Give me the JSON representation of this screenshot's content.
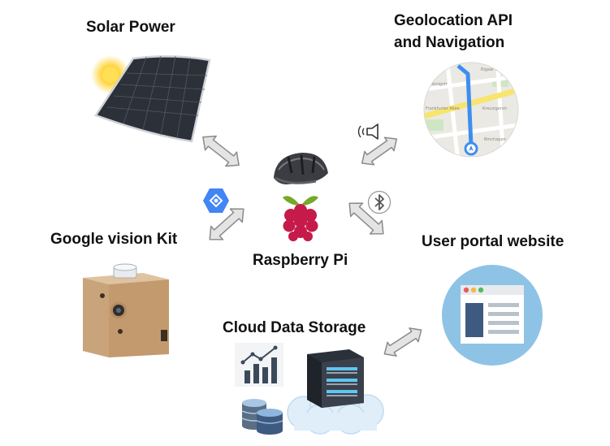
{
  "labels": {
    "solar": "Solar Power",
    "geo_line1": "Geolocation API",
    "geo_line2": "and Navigation",
    "vision": "Google vision Kit",
    "raspberry": "Raspberry Pi",
    "portal": "User portal website",
    "cloud": "Cloud Data Storage"
  },
  "map": {
    "street_1": "Leibnigstr",
    "street_2": "Rigaer Str",
    "street_3": "Frankfurter Allee",
    "street_4": "Kreuzigerstr",
    "street_5": "Bmchagen"
  },
  "colors": {
    "arrow_fill": "#e4e4e4",
    "arrow_stroke": "#8a8a8a",
    "portal_circle": "#8ec3e6",
    "google_blue": "#4285f4",
    "raspberry_red": "#c51a4a",
    "raspberry_leaf": "#75a928",
    "route_blue": "#3d8ef0",
    "cardboard": "#c9a47a"
  },
  "icons": [
    "bluetooth-icon",
    "speaker-icon",
    "google-cloud-hexagon-icon",
    "bike-helmet-icon",
    "raspberry-pi-logo-icon"
  ]
}
